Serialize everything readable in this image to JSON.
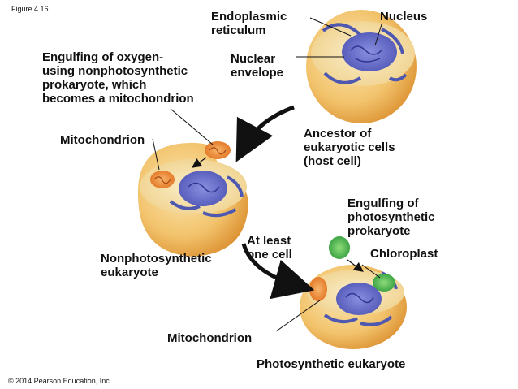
{
  "figure_label": "Figure 4.16",
  "copyright": "© 2014 Pearson Education, Inc.",
  "labels": {
    "endoplasmic_reticulum": "Endoplasmic\nreticulum",
    "nucleus": "Nucleus",
    "nuclear_envelope": "Nuclear\nenvelope",
    "engulfing_oxygen": "Engulfing of oxygen-\nusing nonphotosynthetic\nprokaryote, which\nbecomes a mitochondrion",
    "ancestor": "Ancestor of\neukaryotic cells\n(host cell)",
    "mitochondrion_top": "Mitochondrion",
    "engulfing_photosynthetic": "Engulfing of\nphotosynthetic\nprokaryote",
    "at_least_one_cell": "At least\none cell",
    "chloroplast": "Chloroplast",
    "nonphotosynthetic": "Nonphotosynthetic\neukaryote",
    "mitochondrion_bottom": "Mitochondrion",
    "photosynthetic": "Photosynthetic eukaryote"
  },
  "colors": {
    "cell_fill": "#f2c36c",
    "cell_inner": "#f8e2a8",
    "cell_shadow": "#d98a2a",
    "nucleus": "#6f73c8",
    "er": "#4f58b0",
    "mitochondrion": "#f0883a",
    "chloroplast": "#3fae49",
    "arrow": "#111111"
  }
}
